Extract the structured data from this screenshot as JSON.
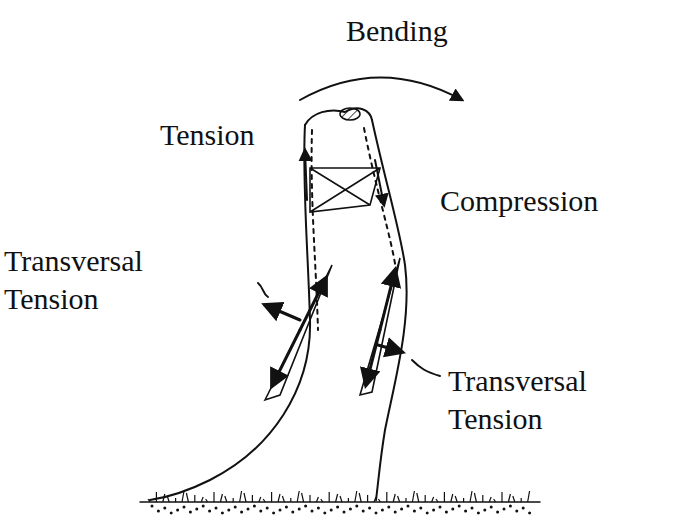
{
  "diagram": {
    "labels": [
      "Bending",
      "Tension",
      "Compression",
      "Transversal Tension",
      "Transversal Tension"
    ]
  }
}
